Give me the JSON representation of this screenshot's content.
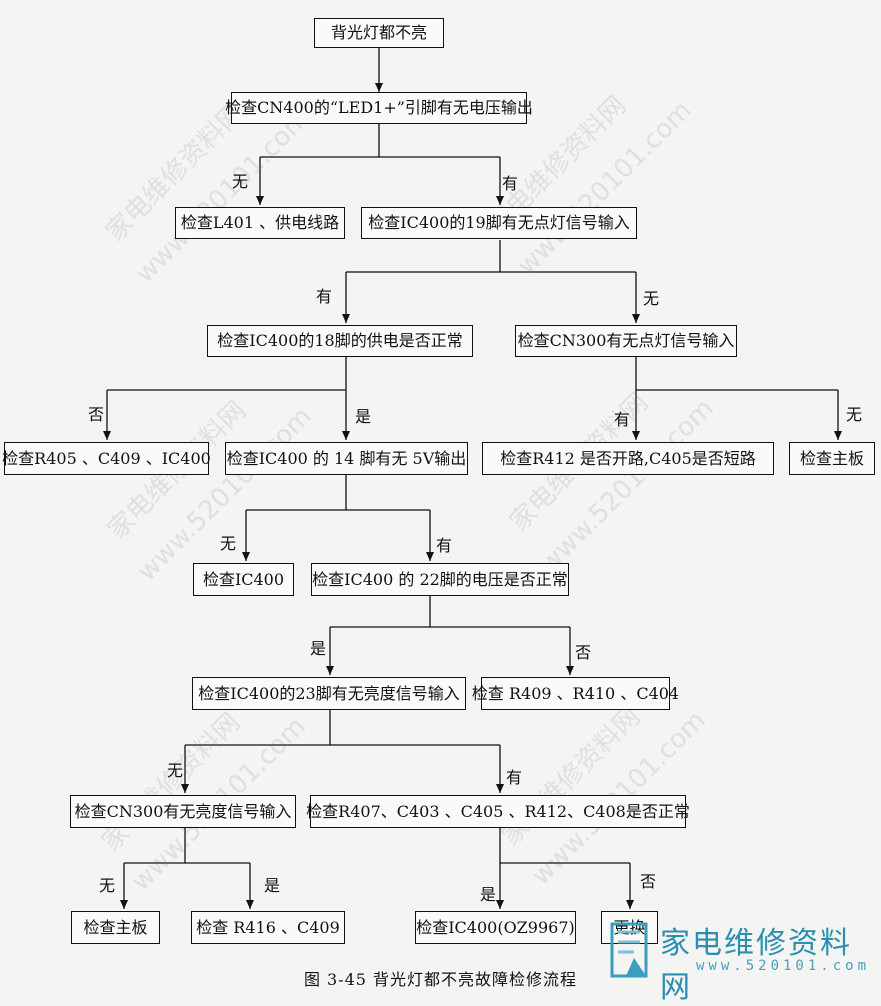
{
  "nodes": {
    "start": "背光灯都不亮",
    "q1": "检查CN400的“LED1+”引脚有无电压输出",
    "a1": "检查L401 、供电线路",
    "q2": "检查IC400的19脚有无点灯信号输入",
    "q3": "检查IC400的18脚的供电是否正常",
    "q4": "检查CN300有无点灯信号输入",
    "a2": "检查R405 、C409 、IC400",
    "q5": "检查IC400 的 14 脚有无 5V输出",
    "a3": "检查R412 是否开路,C405是否短路",
    "a4": "检查主板",
    "a5": "检查IC400",
    "q6": "检查IC400 的 22脚的电压是否正常",
    "q7": "检查IC400的23脚有无亮度信号输入",
    "a6": "检查 R409 、R410 、C404",
    "q8": "检查CN300有无亮度信号输入",
    "q9": "检查R407、C403 、C405 、R412、C408是否正常",
    "a7": "检查主板",
    "a8": "检查 R416 、C409",
    "a9": "检查IC400(OZ9967)",
    "a10": "更换"
  },
  "edge_labels": {
    "q1_no": "无",
    "q1_yes": "有",
    "q2_yes": "有",
    "q2_no": "无",
    "q3_no": "否",
    "q3_yes": "是",
    "q4_yes": "有",
    "q4_no": "无",
    "q5_no": "无",
    "q5_yes": "有",
    "q6_yes": "是",
    "q6_no": "否",
    "q7_no": "无",
    "q7_yes": "有",
    "q8_no": "无",
    "q8_yes": "是",
    "q9_yes": "是",
    "q9_no": "否"
  },
  "caption": "图 3-45   背光灯都不亮故障检修流程",
  "watermark": {
    "text_cn": "家电维修资料网",
    "text_url": "www.520101.com"
  },
  "logo": {
    "text": "家电维修资料网",
    "url": "www.520101.com"
  }
}
